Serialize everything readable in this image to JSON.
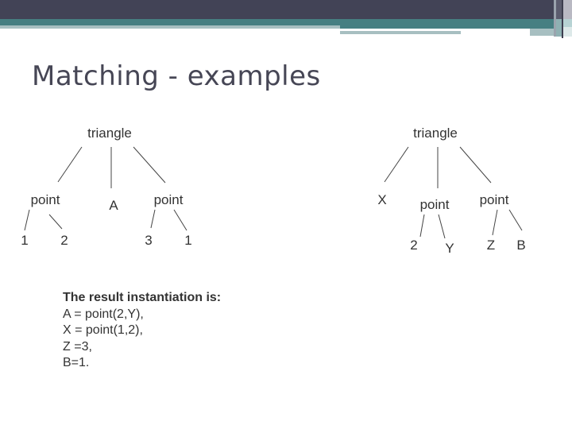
{
  "slide": {
    "title": "Matching - examples",
    "colors": {
      "header_dark": "#424356",
      "header_teal": "#467f82",
      "header_light": "#a7bfc1",
      "title_text": "#464655",
      "body_text": "#333333"
    }
  },
  "left_tree": {
    "root": "triangle",
    "children": [
      {
        "label": "point",
        "children": [
          "1",
          "2"
        ]
      },
      {
        "label": "A"
      },
      {
        "label": "point",
        "children": [
          "3",
          "1"
        ]
      }
    ]
  },
  "right_tree": {
    "root": "triangle",
    "children": [
      {
        "label": "X"
      },
      {
        "label": "point",
        "children": [
          "2",
          "Y"
        ]
      },
      {
        "label": "point",
        "children": [
          "Z",
          "B"
        ]
      }
    ]
  },
  "result": {
    "heading": "The result instantiation is:",
    "lines": [
      "A = point(2,Y),",
      "X = point(1,2),",
      "Z =3,",
      "B=1."
    ]
  }
}
